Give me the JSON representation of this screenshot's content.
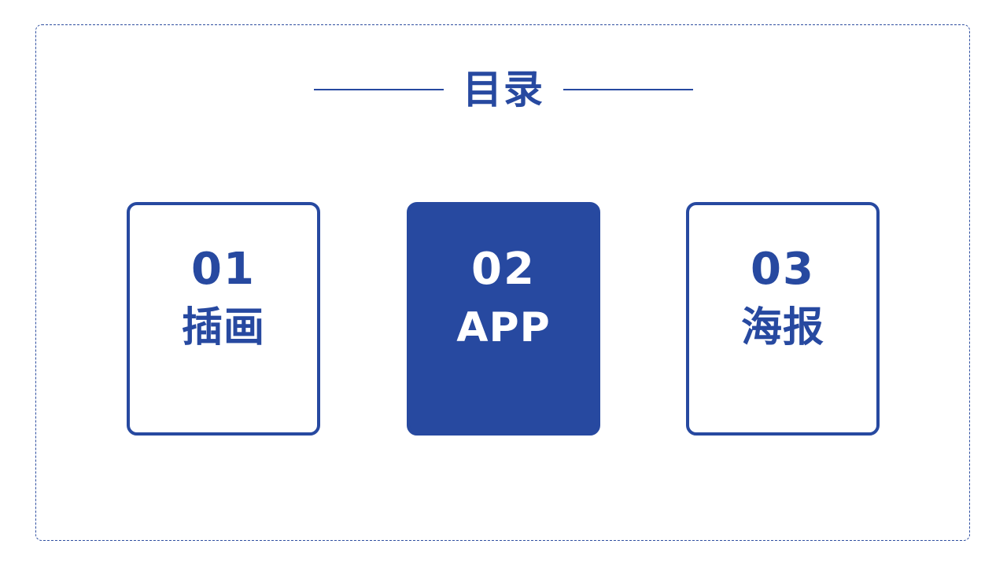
{
  "title": "目录",
  "colors": {
    "accent": "#2749a0",
    "background": "#ffffff"
  },
  "sections": [
    {
      "number": "01",
      "label": "插画",
      "active": false
    },
    {
      "number": "02",
      "label": "APP",
      "active": true
    },
    {
      "number": "03",
      "label": "海报",
      "active": false
    }
  ]
}
